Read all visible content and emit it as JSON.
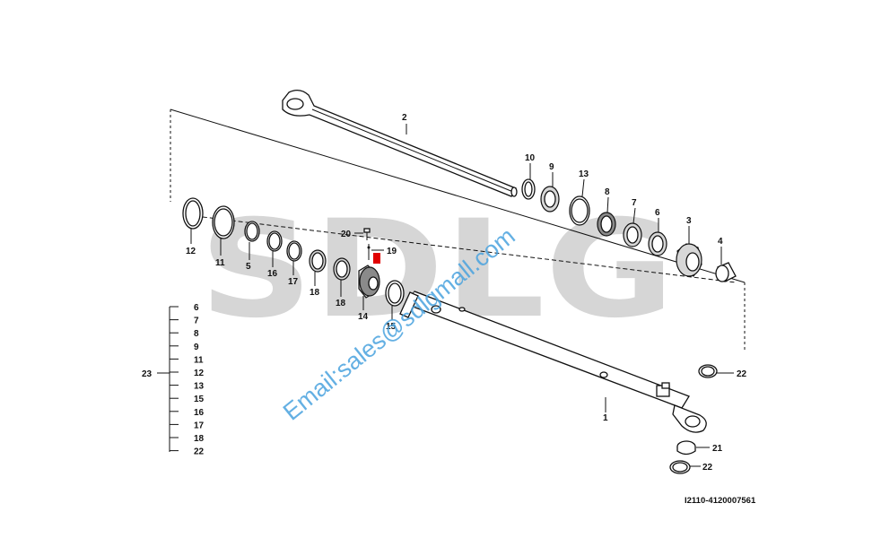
{
  "watermark": {
    "brand": "SDLG",
    "email": "Email:sales@sdlgmall.com",
    "brand_color": "#d6d6d6",
    "email_color": "#4aa3df",
    "accent_color": "#e00000"
  },
  "reference_code": "I2110-4120007561",
  "callouts": {
    "p1": "1",
    "p2": "2",
    "p3": "3",
    "p4": "4",
    "p5": "5",
    "p6": "6",
    "p7": "7",
    "p8": "8",
    "p9": "9",
    "p10": "10",
    "p11": "11",
    "p12": "12",
    "p13": "13",
    "p14": "14",
    "p15": "15",
    "p16": "16",
    "p17": "17",
    "p18a": "18",
    "p18b": "18",
    "p19": "19",
    "p20": "20",
    "p21": "21",
    "p22a": "22",
    "p22b": "22"
  },
  "kit": {
    "label": "23",
    "items": [
      "6",
      "7",
      "8",
      "9",
      "11",
      "12",
      "13",
      "15",
      "16",
      "17",
      "18",
      "22"
    ]
  }
}
